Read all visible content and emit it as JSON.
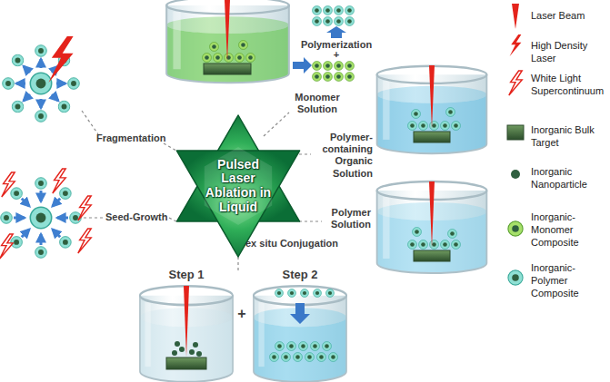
{
  "diagram": {
    "nodes": [
      {
        "text": [
          "Pulsed Laser Ablation in Liquid"
        ]
      }
    ],
    "labels": [
      "Polymerization",
      "+",
      "Monomer Solution",
      "Polymer-containing Organic Solution",
      "Polymer Solution",
      "Fragmentation",
      "Seed-Growth",
      "ex situ Conjugation",
      "Step 1",
      "+",
      "Step 2"
    ],
    "legend": [
      {
        "text": "Laser Beam"
      },
      {
        "text": "High Density Laser"
      },
      {
        "text": "White Light Supercontinuum"
      },
      {
        "text": "Inorganic Bulk Target"
      },
      {
        "text": "Inorganic Nanoparticle"
      },
      {
        "text": "Inorganic-Monomer Composite"
      },
      {
        "text": "Inorganic-Polymer Composite"
      }
    ]
  }
}
